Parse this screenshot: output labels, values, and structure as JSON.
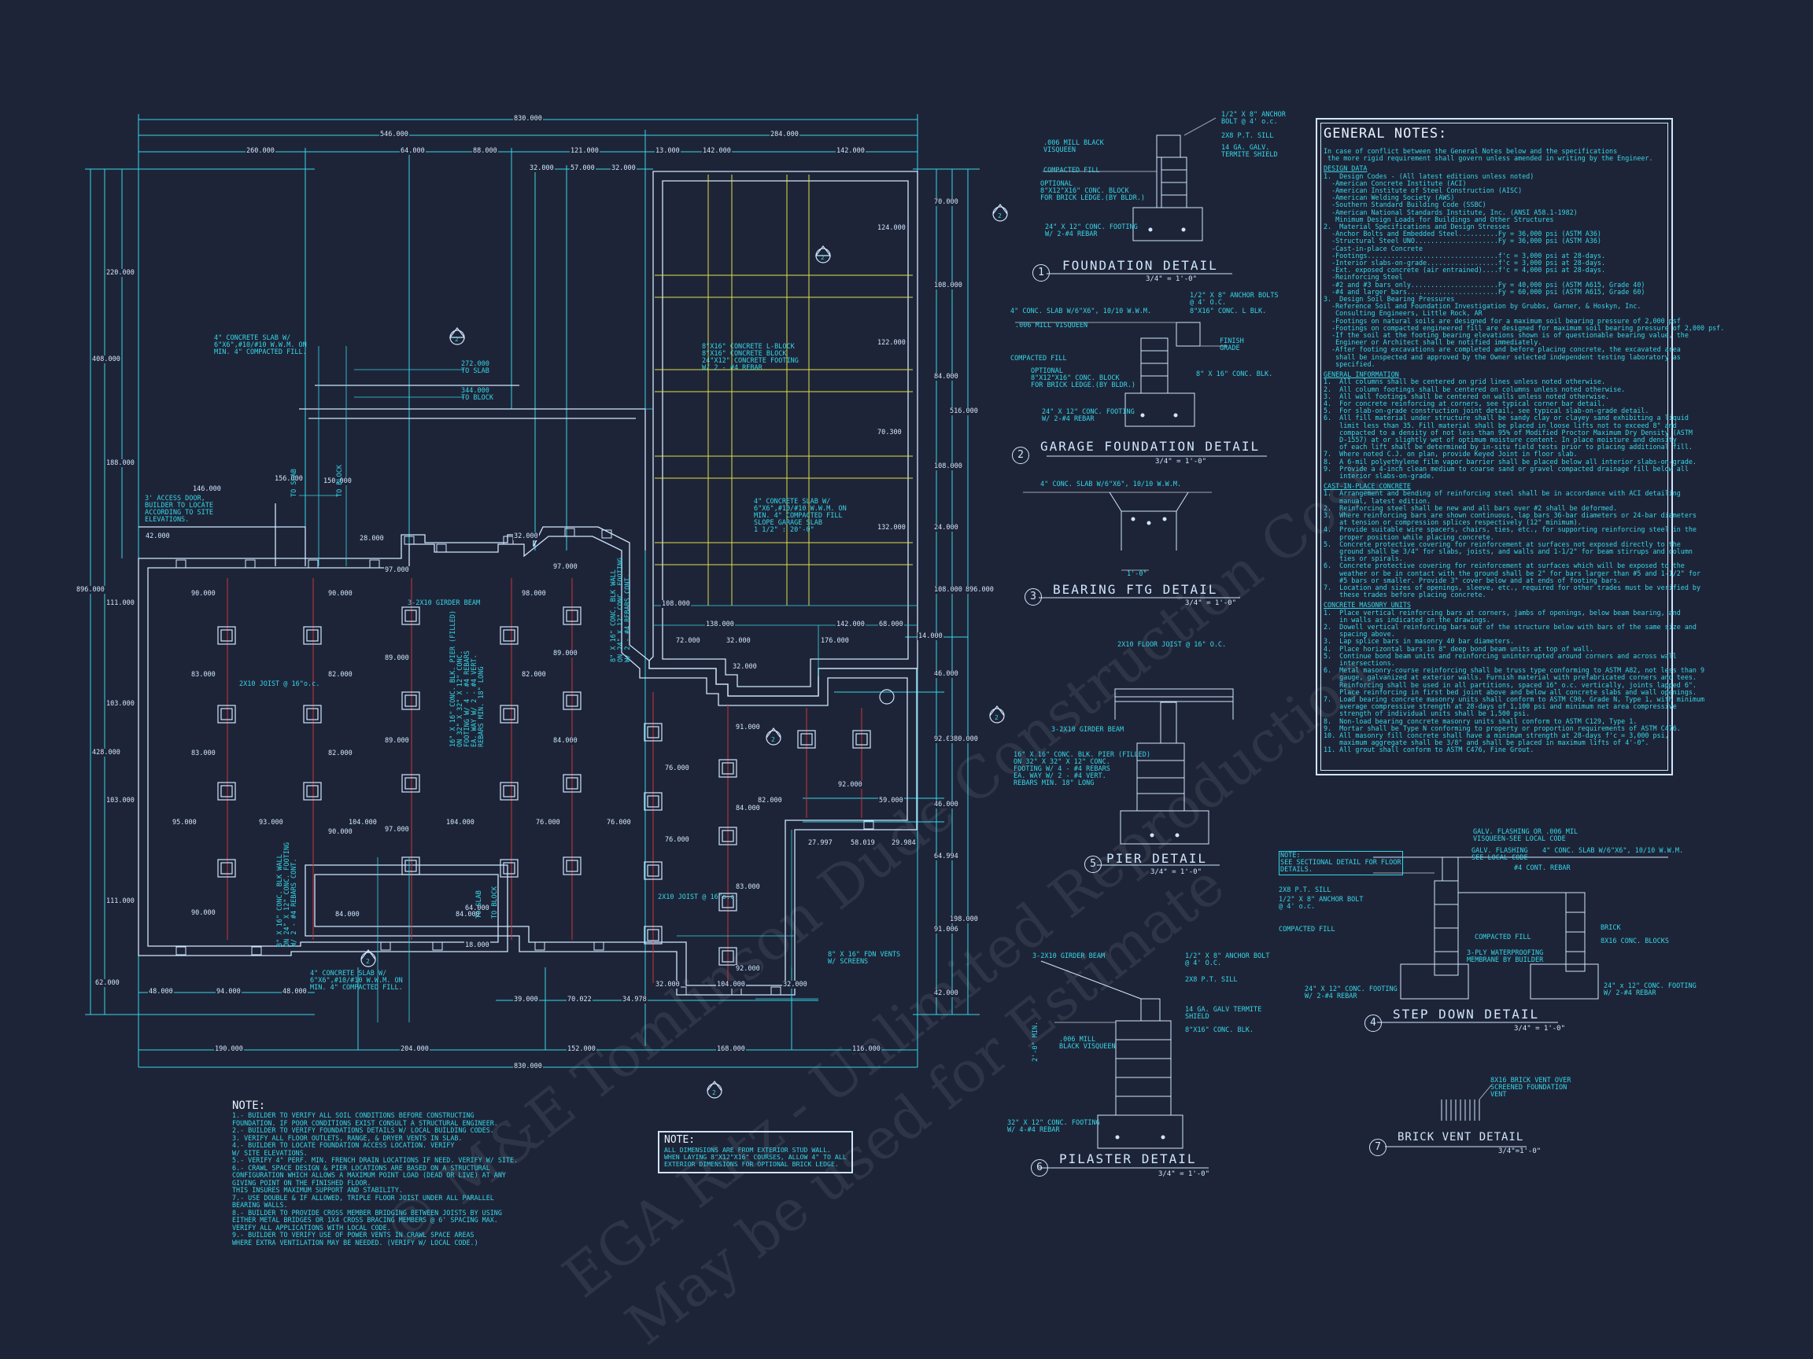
{
  "watermark": {
    "line1": "© M&E Tomlinson Dude Construction Cost",
    "line2": "EGA Ritz - Unlimited Reproduction",
    "line3": "May be used for Estimate"
  },
  "plan": {
    "top_dims": {
      "overall": "830.000",
      "a": "546.000",
      "b": "284.000",
      "c": "260.000",
      "d": "64.000",
      "e": "88.000",
      "f": "121.000",
      "g": "13.000",
      "h": "142.000",
      "i": "142.000",
      "j": "32.000",
      "k": "57.000",
      "l": "32.000"
    },
    "bottom_dims": {
      "a": "190.000",
      "b": "204.000",
      "c": "152.000",
      "d": "168.000",
      "e": "116.000",
      "overall": "830.000",
      "f": "48.000",
      "g": "94.000",
      "h": "48.000",
      "i": "39.000",
      "j": "70.022",
      "k": "34.978",
      "l": "32.000",
      "m": "104.000",
      "n": "32.000"
    },
    "left_dims": [
      "220.000",
      "408.000",
      "188.000",
      "896.000",
      "111.000",
      "103.000",
      "428.000",
      "103.000",
      "111.000",
      "62.000"
    ],
    "right_dims": [
      "70.000",
      "124.000",
      "108.000",
      "122.000",
      "84.000",
      "516.000",
      "70.300",
      "108.000",
      "24.000",
      "132.000",
      "896.000",
      "108.000",
      "14.000",
      "46.000",
      "92.000",
      "380.000",
      "46.000",
      "64.994",
      "198.000",
      "91.006",
      "42.000"
    ],
    "interior_dims": [
      "146.000",
      "42.000",
      "156.000",
      "150.000",
      "272.000",
      "344.000",
      "28.000",
      "32.000",
      "97.000",
      "97.000",
      "98.000",
      "90.000",
      "90.000",
      "83.000",
      "82.000",
      "82.000",
      "82.000",
      "83.000",
      "90.000",
      "90.000",
      "95.000",
      "93.000",
      "104.000",
      "104.000",
      "76.000",
      "76.000",
      "97.000",
      "89.000",
      "89.000",
      "89.000",
      "84.000",
      "84.000",
      "64.000",
      "18.000",
      "84.000",
      "91.000",
      "76.000",
      "76.000",
      "84.000",
      "83.000",
      "92.000",
      "92.000",
      "82.000",
      "27.997",
      "58.019",
      "29.984",
      "59.000",
      "108.000",
      "138.000",
      "142.000",
      "68.000",
      "72.000",
      "32.000",
      "176.000",
      "32.000"
    ],
    "labels": {
      "slab_main": "4\" CONCRETE SLAB W/\n6\"X6\",#10/#10 W.W.M. ON\nMIN. 4\" COMPACTED FILL.",
      "to_slab": "272.000\nTO SLAB",
      "to_block": "344.000\nTO BLOCK",
      "access_door": "3' ACCESS DOOR,\nBUILDER TO LOCATE\nACCORDING TO SITE\nELEVATIONS.",
      "girder": "3-2X10 GIRDER BEAM",
      "joist1": "2X10 JOIST @ 16\"o.c.",
      "joist2": "2X10 JOIST @ 16\"o.c.",
      "cmu_block": "8\"X16\" CONCRETE L-BLOCK\n8\"X16\" CONCRETE BLOCK\n24\"X12\" CONCRETE FOOTING\nW/ 2 - #4 REBAR",
      "garage_slab": "4\" CONCRETE SLAB W/\n6\"X6\",#10/#10 W.W.M. ON\nMIN. 4\" COMPACTED FILL\nSLOPE GARAGE SLAB\n1 1/2\" : 20'-0\"",
      "slab_bottom": "4\" CONCRETE SLAB W/\n6\"X6\",#10/#10 W.W.M. ON\nMIN. 4\" COMPACTED FILL.",
      "fdn_vents": "8\" X 16\" FDN VENTS\nW/ SCREENS",
      "pier_note": "16\" X 16\" CONC. BLK. PIER (FILLED)\nON 32\" X 32\" X 12\" CONC.\nFOOTING W/ 4 - #4 REBARS\nEA. WAY W/ 2 - #4 VERT.\nREBARS MIN. 18\" LONG",
      "wall_note": "8\" X 16\" CONC. BLK WALL\nON 24\" X 12\" CONC. FOOTING\nW/ 2 - #4 REBARS CONT.",
      "wall_note2": "8\" X 16\" CONC. BLK WALL\nON 24\" X 12\" CONC. FOOTING\nW/ 2 - #4 REBARS CONT.",
      "to_slab_v": "TO SLAB",
      "to_block_v": "TO BLOCK",
      "to_slab_v2": "TO SLAB",
      "to_block_v2": "TO BLOCK"
    }
  },
  "details": {
    "d1": {
      "num": "1",
      "title": "FOUNDATION   DETAIL",
      "scale": "3/4\" = 1'-0\"",
      "notes": {
        "a": "1/2\" X 8\" ANCHOR\nBOLT @ 4' o.c.",
        "b": "2X8 P.T. SILL",
        "c": "14 GA. GALV.\nTERMITE SHIELD",
        "d": ".006 MILL BLACK\nVISQUEEN",
        "e": "COMPACTED FILL",
        "f": "OPTIONAL\n8\"X12\"X16\" CONC. BLOCK\nFOR BRICK LEDGE.(BY BLDR.)",
        "g": "24\" X 12\" CONC. FOOTING\nW/ 2-#4 REBAR"
      }
    },
    "d2": {
      "num": "2",
      "title": "GARAGE FOUNDATION   DETAIL",
      "scale": "3/4\" = 1'-0\"",
      "notes": {
        "a": "1/2\" X 8\" ANCHOR BOLTS\n@ 4' O.C.",
        "b": "4\" CONC. SLAB W/6\"X6\", 10/10 W.W.M.",
        "c": "8\"X16\" CONC. L BLK.",
        "d": ".006 MILL VISQUEEN",
        "e": "FINISH\nGRADE",
        "f": "COMPACTED FILL",
        "g": "8\" X 16\" CONC. BLK.",
        "h": "OPTIONAL\n8\"X12\"X16\" CONC. BLOCK\nFOR BRICK LEDGE.(BY BLDR.)",
        "i": "24\" X 12\" CONC. FOOTING\nW/ 2-#4 REBAR"
      }
    },
    "d3": {
      "num": "3",
      "title": "BEARING   FTG   DETAIL",
      "scale": "3/4\" = 1'-0\"",
      "notes": {
        "a": "4\" CONC. SLAB W/6\"X6\", 10/10 W.W.M.",
        "b": "1'-0\""
      }
    },
    "d4": {
      "num": "4",
      "title": "STEP   DOWN   DETAIL",
      "scale": "3/4\" = 1'-0\"",
      "notes": {
        "a": "GALV. FLASHING OR .006 MIL\nVISQUEEN-SEE LOCAL CODE",
        "b": "GALV. FLASHING\nSEE LOCAL CODE",
        "c": "4\" CONC. SLAB W/6\"X6\", 10/10 W.W.M.",
        "d": "#4 CONT. REBAR",
        "e": "NOTE:\nSEE SECTIONAL DETAIL FOR FLOOR\nDETAILS.",
        "f": "2X8 P.T. SILL",
        "g": "1/2\" X 8\" ANCHOR BOLT\n@ 4' o.c.",
        "h": "COMPACTED FILL",
        "i": "BRICK",
        "j": "8X16 CONC. BLOCKS",
        "k": "3-PLY WATERPROOFING\nMEMBRANE BY BUILDER",
        "l": "24\" X 12\" CONC. FOOTING\nW/ 2-#4 REBAR",
        "m": "24\" x 12\" CONC. FOOTING\nW/ 2-#4 REBAR",
        "n": "COMPACTED FILL"
      }
    },
    "d5": {
      "num": "5",
      "title": "PIER  DETAIL",
      "scale": "3/4\" = 1'-0\"",
      "notes": {
        "a": "2X10 FLOOR JOIST @ 16\" O.C.",
        "b": "3-2X10 GIRDER BEAM",
        "c": "16\" X 16\" CONC. BLK. PIER (FILLED)\nON 32\" X 32\" X 12\" CONC.\nFOOTING W/ 4 - #4 REBARS\nEA. WAY W/ 2 - #4 VERT.\nREBARS MIN. 18\" LONG"
      }
    },
    "d6": {
      "num": "6",
      "title": "PILASTER  DETAIL",
      "scale": "3/4\" = 1'-0\"",
      "notes": {
        "a": "3-2X10 GIRDER BEAM",
        "b": "1/2\" X 8\" ANCHOR BOLT\n@ 4' O.C.",
        "c": "2X8 P.T. SILL",
        "d": "14 GA. GALV TERMITE\nSHIELD",
        "e": "8\"X16\" CONC. BLK.",
        "f": ".006 MILL\nBLACK VISQUEEN",
        "g": "32\" X 12\" CONC. FOOTING\nW/ 4-#4 REBAR",
        "h": "2'-0\" MIN."
      }
    },
    "d7": {
      "num": "7",
      "title": "BRICK VENT DETAIL",
      "scale": "3/4\"=1'-0\"",
      "notes": {
        "a": "8X16 BRICK VENT OVER\nSCREENED FOUNDATION\nVENT"
      }
    }
  },
  "general_notes": {
    "title": "GENERAL NOTES:",
    "intro": "In case of conflict between the General Notes below and the specifications\n the more rigid requirement shall govern unless amended in writing by the Engineer.",
    "sections": [
      {
        "heading": "DESIGN DATA",
        "lines": [
          "1.  Design Codes - (All latest editions unless noted)",
          "  -American Concrete Institute (ACI)",
          "  -American Institute of Steel Construction (AISC)",
          "  -American Welding Society (AWS)",
          "  -Southern Standard Building Code (SSBC)",
          "  -American National Standards Institute, Inc. (ANSI A58.1-1982)",
          "   Minimum Design Loads for Buildings and Other Structures",
          "2.  Material Specifications and Design Stresses",
          "  -Anchor Bolts and Embedded Steel..........Fy = 36,000 psi (ASTM A36)",
          "  -Structural Steel UNO.....................Fy = 36,000 psi (ASTM A36)",
          "  -Cast-in-place Concrete",
          "  -Footings.................................f'c = 3,000 psi at 28-days.",
          "  -Interior slabs-on-grade..................f'c = 3,000 psi at 28-days.",
          "  -Ext. exposed concrete (air entrained)....f'c = 4,000 psi at 28-days.",
          "  -Reinforcing Steel",
          "  -#2 and #3 bars only......................Fy = 40,000 psi (ASTM A615, Grade 40)",
          "  -#4 and larger bars.......................Fy = 60,000 psi (ASTM A615, Grade 60)",
          "3.  Design Soil Bearing Pressures",
          "  -Reference Soil and Foundation Investigation by Grubbs, Garner, & Hoskyn, Inc.",
          "   Consulting Engineers, Little Rock, AR",
          "  -Footings on natural soils are designed for a maximum soil bearing pressure of 2,000 psf",
          "  -Footings on compacted engineered fill are designed for maximum soil bearing pressure of 2,000 psf.",
          "  -If the soil at the footing bearing elevations shown is of questionable bearing value, the",
          "   Engineer or Architect shall be notified immediately.",
          "  -After footing excavations are completed and before placing concrete, the excavated area",
          "   shall be inspected and approved by the Owner selected independent testing laboratory as",
          "   specified."
        ]
      },
      {
        "heading": "GENERAL INFORMATION",
        "lines": [
          "1.  All columns shall be centered on grid lines unless noted otherwise.",
          "2.  All column footings shall be centered on columns unless noted otherwise.",
          "3.  All wall footings shall be centered on walls unless noted otherwise.",
          "4.  For concrete reinforcing at corners, see typical corner bar detail.",
          "5.  For slab-on-grade construction joint detail, see typical slab-on-grade detail.",
          "6.  All fill material under structure shall be sandy clay or clayey sand exhibiting a liquid",
          "    limit less than 35. Fill material shall be placed in loose lifts not to exceed 8\" and",
          "    compacted to a density of not less than 95% of Modified Proctor Maximum Dry Density (ASTM",
          "    D-1557) at or slightly wet of optimum moisture content. In place moisture and density",
          "    of each lift shall be determined by in-situ field tests prior to placing additional fill.",
          "7.  Where noted C.J. on plan, provide Keyed Joint in floor slab.",
          "8.  A 6-mil polyethylene film vapor barrier shall be placed below all interior slabs-on-grade.",
          "9.  Provide a 4-inch clean medium to coarse sand or gravel compacted drainage fill below all",
          "    interior slabs-on-grade."
        ]
      },
      {
        "heading": "CAST-IN-PLACE CONCRETE",
        "lines": [
          "1.  Arrangement and bending of reinforcing steel shall be in accordance with ACI detailing",
          "    manual, latest edition.",
          "2.  Reinforcing steel shall be new and all bars over #2 shall be deformed.",
          "3.  Where reinforcing bars are shown continuous, lap bars 36-bar diameters or 24-bar diameters",
          "    at tension or compression splices respectively (12\" minimum).",
          "4.  Provide suitable wire spacers, chairs, ties, etc., for supporting reinforcing steel in the",
          "    proper position while placing concrete.",
          "5.  Concrete protective covering for reinforcement at surfaces not exposed directly to the",
          "    ground shall be 3/4\" for slabs, joists, and walls and 1-1/2\" for beam stirrups and column",
          "    ties or spirals.",
          "6.  Concrete protective covering for reinforcement at surfaces which will be exposed to the",
          "    weather or be in contact with the ground shall be 2\" for bars larger than #5 and 1-1/2\" for",
          "    #5 bars or smaller. Provide 3\" cover below and at ends of footing bars.",
          "7.  Location and sizes of openings, sleeve, etc., required for other trades must be verified by",
          "    these trades before placing concrete."
        ]
      },
      {
        "heading": "CONCRETE MASONRY UNITS",
        "lines": [
          "1.  Place vertical reinforcing bars at corners, jambs of openings, below beam bearing, and",
          "    in walls as indicated on the drawings.",
          "2.  Dowell vertical reinforcing bars out of the structure below with bars of the same size and",
          "    spacing above.",
          "3.  Lap splice bars in masonry 40 bar diameters.",
          "4.  Place horizontal bars in 8\" deep bond beam units at top of wall.",
          "5.  Continue bond beam units and reinforcing uninterrupted around corners and across wall",
          "    intersections.",
          "6.  Metal masonry-course reinforcing shall be truss type conforming to ASTM A82, not less than 9",
          "    gauge, galvanized at exterior walls. Furnish material with prefabricated corners and tees.",
          "    Reinforcing shall be used in all partitions, spaced 16\" o.c. vertically, joints lapped 6\".",
          "    Place reinforcing in first bed joint above and below all concrete slabs and wall openings.",
          "7.  Load bearing concrete masonry units shall conform to ASTM C90, Grade N, Type 1, with minimum",
          "    average compressive strength at 28-days of 1,100 psi and minimum net area compressive",
          "    strength of individual units shall be 1,500 psi.",
          "8.  Non-load bearing concrete masonry units shall conform to ASTM C129, Type 1.",
          "9.  Mortar shall be Type N conforming to property or proportion requirements of ASTM C476.",
          "10. All masonry fill concrete shall have a minimum strength at 28-days f'c = 3,000 psi,",
          "    maximum aggregate shall be 3/8\" and shall be placed in maximum lifts of 4'-0\".",
          "11. All grout shall conform to ASTM C476, Fine Grout."
        ]
      }
    ]
  },
  "note1": {
    "title": "NOTE:",
    "lines": [
      "1.- BUILDER TO VERIFY ALL SOIL CONDITIONS BEFORE CONSTRUCTING",
      "FOUNDATION. IF POOR CONDITIONS EXIST CONSULT A STRUCTURAL ENGINEER.",
      "2.- BUILDER TO VERIFY FOUNDATIONS DETAILS W/ LOCAL BUILDING CODES.",
      "3. VERIFY ALL FLOOR OUTLETS, RANGE, & DRYER VENTS IN SLAB.",
      "4.- BUILDER TO LOCATE FOUNDATION ACCESS LOCATION. VERIFY",
      "W/ SITE ELEVATIONS.",
      "5.- VERIFY 4\" PERF. MIN. FRENCH DRAIN LOCATIONS IF NEED. VERIFY W/ SITE.",
      "6.- CRAWL SPACE DESIGN & PIER LOCATIONS ARE BASED ON A STRUCTURAL",
      "CONFIGURATION WHICH ALLOWS A MAXIMUM POINT LOAD (DEAD OR LIVE) AT ANY",
      "GIVING POINT ON THE FINISHED FLOOR.",
      "THIS INSURES MAXIMUM SUPPORT AND STABILITY.",
      "7.- USE DOUBLE & IF ALLOWED, TRIPLE FLOOR JOIST UNDER ALL PARALLEL",
      "BEARING WALLS.",
      "8.- BUILDER TO PROVIDE CROSS MEMBER BRIDGING BETWEEN JOISTS BY USING",
      "EITHER METAL BRIDGES OR 1X4 CROSS BRACING MEMBERS @ 6' SPACING MAX.",
      "VERIFY ALL APPLICATIONS WITH LOCAL CODE.",
      "9.- BUILDER TO VERIFY USE OF POWER VENTS IN CRAWL SPACE AREAS",
      "WHERE EXTRA VENTILATION MAY BE NEEDED. (VERIFY W/ LOCAL CODE.)"
    ]
  },
  "note2": {
    "title": "NOTE:",
    "body": "ALL DIMENSIONS ARE FROM EXTERIOR STUD WALL.\nWHEN LAYING 8\"X12\"X16\" COURSES, ALLOW 4\" TO ALL\nEXTERIOR DIMENSIONS FOR OPTIONAL BRICK LEDGE."
  },
  "section_marks": [
    "2",
    "2",
    "2",
    "2",
    "2",
    "2",
    "2"
  ],
  "colors": {
    "background": "#1e2437",
    "cyan": "#35d6e8",
    "white_line": "#cfe6ff",
    "yellow": "#e0e04a",
    "red": "#c8343a"
  }
}
